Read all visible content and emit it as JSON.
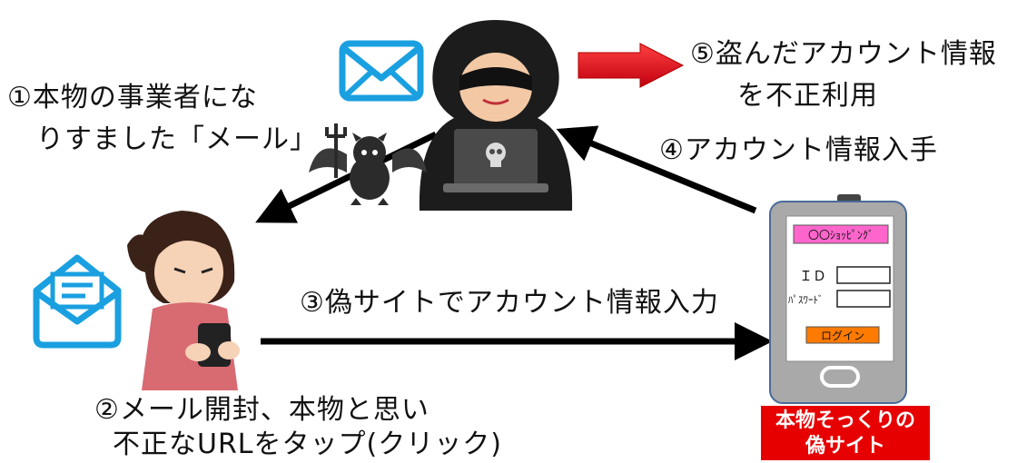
{
  "steps": {
    "step1_line1": "①本物の事業者にな",
    "step1_line2": "りすました「メール」",
    "step2_line1": "②メール開封、本物と思い",
    "step2_line2": "不正なURLをタップ(クリック)",
    "step3": "③偽サイトでアカウント情報入力",
    "step4": "④アカウント情報入手",
    "step5_line1": "⑤盗んだアカウント情報",
    "step5_line2": "を不正利用"
  },
  "fake_site": {
    "shop_name": "〇〇ｼｮｯﾋﾟﾝｸﾞ",
    "id_label": "ＩＤ",
    "password_label": "ﾊﾟｽﾜｰﾄﾞ",
    "login_button": "ログイン",
    "banner_line1": "本物そっくりの",
    "banner_line2": "偽サイト"
  },
  "icons": {
    "mail_closed": "envelope-icon",
    "mail_open": "open-envelope-icon",
    "hacker": "hacker-icon",
    "devil": "devil-icon",
    "victim": "woman-with-phone-icon",
    "phone": "smartphone-icon",
    "red_arrow": "red-arrow-icon"
  },
  "colors": {
    "mail_blue": "#1aa0e0",
    "shop_pink": "#ff66cc",
    "login_orange": "#ff7a00",
    "banner_red": "#e60000",
    "arrow_red": "#e00010"
  }
}
